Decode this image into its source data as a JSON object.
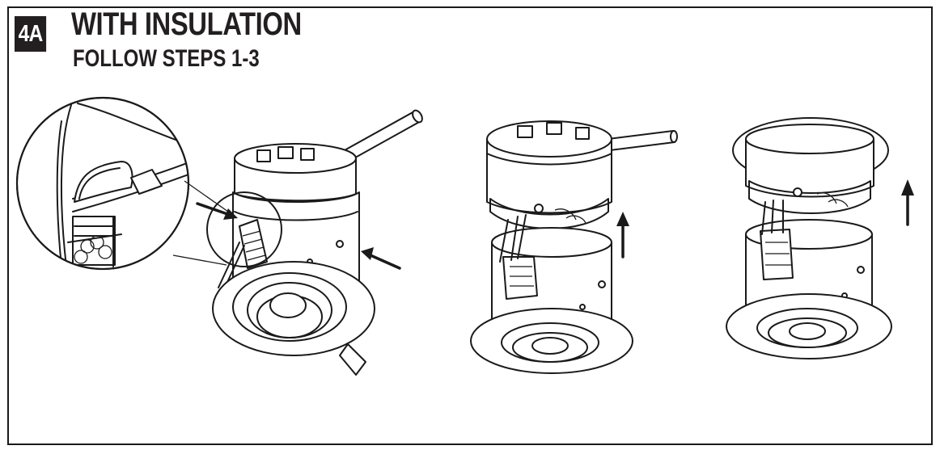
{
  "step": {
    "badge": "4A",
    "title": "WITH INSULATION",
    "subtitle": "FOLLOW STEPS 1-3"
  },
  "colors": {
    "ink": "#231f20",
    "background": "#ffffff"
  },
  "icons": [
    "detail-magnifier",
    "arrow-pointer",
    "arrow-up"
  ]
}
